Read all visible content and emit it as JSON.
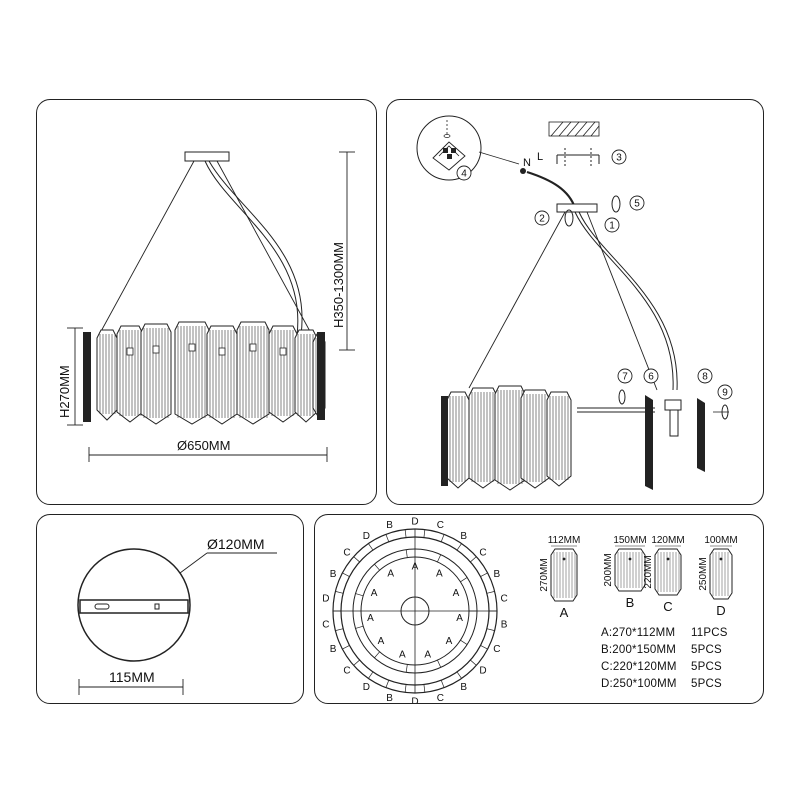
{
  "overview": {
    "height_label": "H350-1300MM",
    "body_height_label": "H270MM",
    "diameter_label": "Ø650MM"
  },
  "assembly": {
    "step_numbers": [
      "1",
      "2",
      "3",
      "4",
      "5",
      "6",
      "7",
      "8",
      "9"
    ],
    "wire_letters": [
      "L",
      "N"
    ]
  },
  "canopy": {
    "diameter_label": "Ø120MM",
    "width_label": "115MM"
  },
  "plan": {
    "ring_letters": [
      "D",
      "C",
      "B",
      "C",
      "B",
      "C",
      "B",
      "C",
      "D",
      "B",
      "C",
      "D",
      "B",
      "D",
      "C",
      "B",
      "C",
      "D",
      "B",
      "C",
      "D",
      "B",
      "A",
      "A",
      "A",
      "A",
      "A",
      "A",
      "A",
      "A",
      "A",
      "A",
      "A"
    ]
  },
  "plates": [
    {
      "width": "112MM",
      "height": "270MM",
      "letter": "A"
    },
    {
      "width": "150MM",
      "height": "200MM",
      "letter": "B"
    },
    {
      "width": "120MM",
      "height": "220MM",
      "letter": "C"
    },
    {
      "width": "100MM",
      "height": "250MM",
      "letter": "D"
    }
  ],
  "spec_rows": [
    {
      "label": "A:270*112MM",
      "qty": "11PCS"
    },
    {
      "label": "B:200*150MM",
      "qty": "5PCS"
    },
    {
      "label": "C:220*120MM",
      "qty": "5PCS"
    },
    {
      "label": "D:250*100MM",
      "qty": "5PCS"
    }
  ]
}
